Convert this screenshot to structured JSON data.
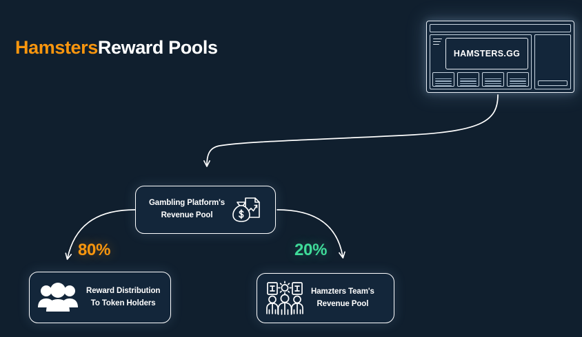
{
  "page": {
    "background_color": "#101f2e",
    "accent_orange": "#f9960e",
    "accent_green": "#3fdb99",
    "stroke_color": "#ffffff"
  },
  "title": {
    "brand": "Hamsters",
    "rest": "Reward Pools"
  },
  "browser_mockup": {
    "site_name": "HAMSTERS.GG",
    "menu_icon": "hamburger-menu-icon",
    "cards": [
      {
        "icon": "image-placeholder-icon",
        "line_count": 4
      },
      {
        "icon": "image-placeholder-icon",
        "line_count": 4
      },
      {
        "icon": "image-placeholder-icon",
        "line_count": 4
      },
      {
        "icon": "image-placeholder-icon",
        "line_count": 4
      }
    ]
  },
  "flow": {
    "center_node": {
      "label": "Gambling Platform's\nRevenue Pool",
      "icon": "money-bag-document-icon"
    },
    "left_node": {
      "label": "Reward Distribution\nTo Token Holders",
      "icon": "group-of-people-icon"
    },
    "right_node": {
      "label": "Hamzters Team's\nRevenue Pool",
      "icon": "team-management-icon"
    },
    "left_percent": "80%",
    "right_percent": "20%"
  }
}
